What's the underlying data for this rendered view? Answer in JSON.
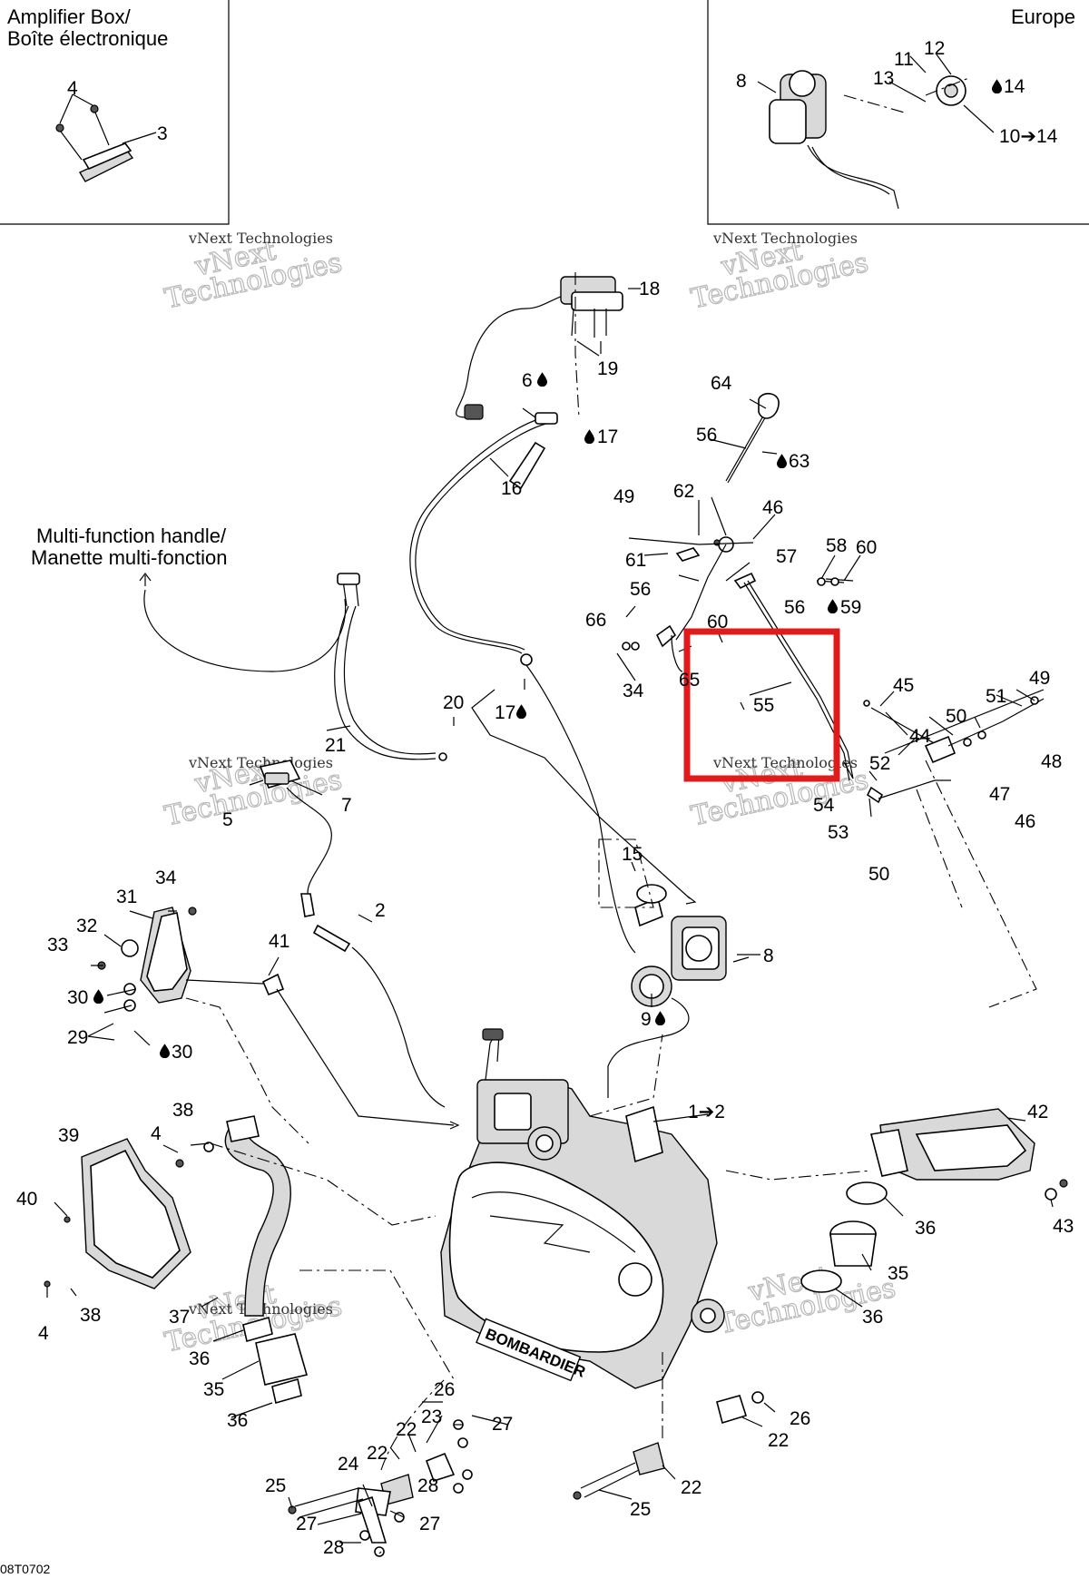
{
  "captions": {
    "amplifier_box": "Amplifier Box/",
    "amplifier_box_fr": "Boîte électronique",
    "europe": "Europe",
    "multi_function": "Multi-function handle/",
    "multi_function_fr": "Manette multi-fonction",
    "drawing_code": "08T0702"
  },
  "watermark": {
    "line1": "vNext",
    "line2": "Technologies",
    "small": "vNext Technologies"
  },
  "callouts": {
    "c1": "1➔2",
    "c2": "2",
    "c3": "3",
    "c4a": "4",
    "c4b": "4",
    "c4c": "4",
    "c5": "5",
    "c6": "6",
    "c7": "7",
    "c8a": "8",
    "c8b": "8",
    "c9": "9",
    "c10": "10➔14",
    "c11": "11",
    "c12": "12",
    "c13": "13",
    "c14": "14",
    "c15": "15",
    "c16": "16",
    "c17a": "17",
    "c17b": "17",
    "c18": "18",
    "c19": "19",
    "c20": "20",
    "c21": "21",
    "c22a": "22",
    "c22b": "22",
    "c22c": "22",
    "c22d": "22",
    "c23": "23",
    "c24": "24",
    "c25a": "25",
    "c25b": "25",
    "c26a": "26",
    "c26b": "26",
    "c27a": "27",
    "c27b": "27",
    "c27c": "27",
    "c28a": "28",
    "c28b": "28",
    "c29": "29",
    "c30a": "30",
    "c30b": "30",
    "c31": "31",
    "c32": "32",
    "c33": "33",
    "c34a": "34",
    "c34b": "34",
    "c35a": "35",
    "c35b": "35",
    "c36a": "36",
    "c36b": "36",
    "c36c": "36",
    "c36d": "36",
    "c37": "37",
    "c38a": "38",
    "c38b": "38",
    "c39": "39",
    "c40": "40",
    "c41": "41",
    "c42": "42",
    "c43": "43",
    "c44": "44",
    "c45": "45",
    "c46a": "46",
    "c46b": "46",
    "c47": "47",
    "c48": "48",
    "c49a": "49",
    "c49b": "49",
    "c50a": "50",
    "c50b": "50",
    "c51": "51",
    "c52": "52",
    "c53": "53",
    "c54": "54",
    "c55": "55",
    "c56a": "56",
    "c56b": "56",
    "c56c": "56",
    "c57": "57",
    "c58": "58",
    "c59": "59",
    "c60a": "60",
    "c60b": "60",
    "c61": "61",
    "c62": "62",
    "c63": "63",
    "c64": "64",
    "c65": "65",
    "c66": "66"
  },
  "engine_brand": "BOMBARDIER",
  "highlight": {
    "color": "#e01b1b",
    "target_callout": "55"
  }
}
